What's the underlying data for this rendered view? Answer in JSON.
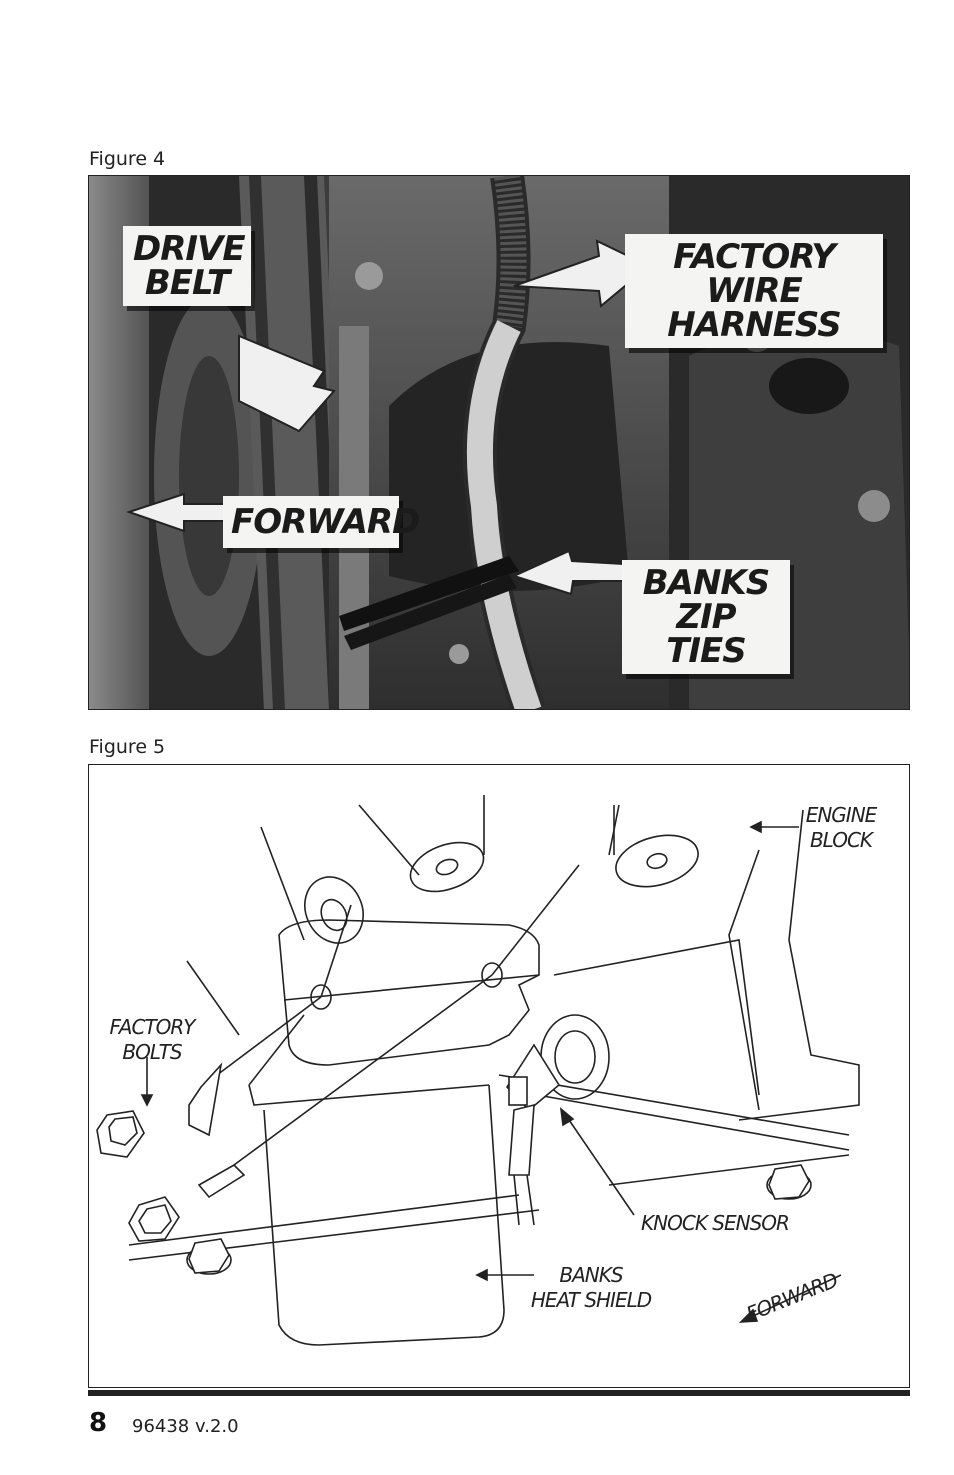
{
  "figures": [
    {
      "caption": "Figure 4",
      "callouts": {
        "drive_belt": "DRIVE\nBELT",
        "factory_wire_harness": "FACTORY\nWIRE HARNESS",
        "forward": "FORWARD",
        "banks_zip_ties": "BANKS\nZIP TIES"
      }
    },
    {
      "caption": "Figure 5",
      "labels": {
        "engine_block": "ENGINE\nBLOCK",
        "factory_bolts": "FACTORY\nBOLTS",
        "knock_sensor": "KNOCK SENSOR",
        "banks_heat_shield": "BANKS\nHEAT SHIELD",
        "forward": "FORWARD"
      }
    }
  ],
  "footer": {
    "page_number": "8",
    "part_number": "96438 v.2.0"
  }
}
